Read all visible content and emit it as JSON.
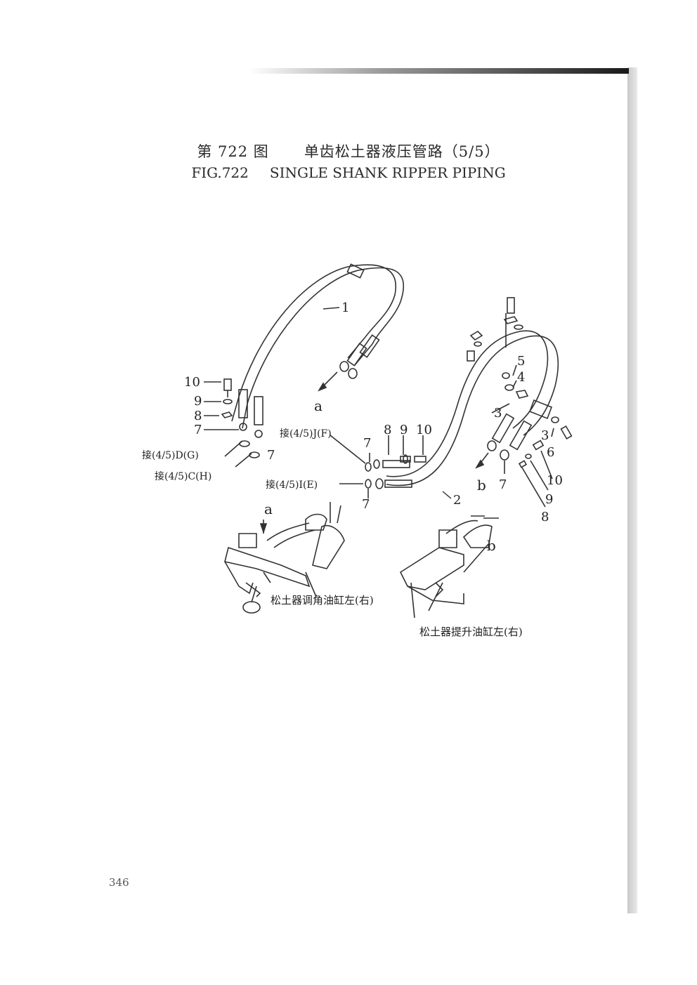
{
  "header": {
    "fig_cn": "第 722 图",
    "title_cn": "单齿松土器液压管路（5/5）",
    "fig_en": "FIG.722",
    "title_en": "SINGLE SHANK RIPPER PIPING"
  },
  "callouts": {
    "hose_1": "1",
    "hose_2": "2",
    "left_10": "10",
    "left_9": "9",
    "left_8": "8",
    "left_7a": "7",
    "left_7b": "7",
    "mid_7a": "7",
    "mid_8": "8",
    "mid_9": "9",
    "mid_10": "10",
    "mid_7b": "7",
    "right_5": "5",
    "right_4": "4",
    "right_3a": "3",
    "right_3b": "3",
    "right_6": "6",
    "right_7": "7",
    "right_10": "10",
    "right_9": "9",
    "right_8": "8",
    "view_a_top": "a",
    "view_b_top": "b",
    "view_a_detail": "a",
    "view_b_detail": "b"
  },
  "connections": {
    "d_g": "接(4/5)D(G)",
    "c_h": "接(4/5)C(H)",
    "j_f": "接(4/5)J(F)",
    "i_e": "接(4/5)I(E)"
  },
  "detail_labels": {
    "tilt_cylinder": "松土器调角油缸左(右)",
    "lift_cylinder": "松土器提升油缸左(右)"
  },
  "footer": {
    "page_number": "346"
  }
}
